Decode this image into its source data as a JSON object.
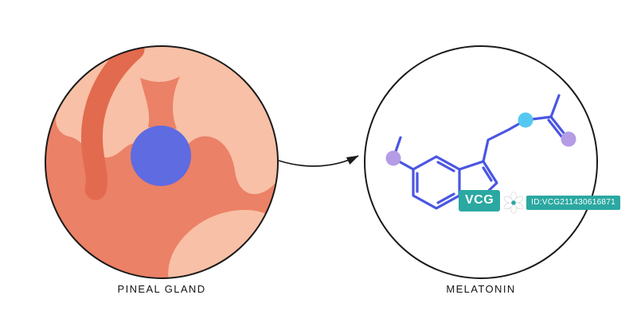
{
  "figure": {
    "left": {
      "label": "PINEAL GLAND"
    },
    "right": {
      "label": "MELATONIN"
    }
  },
  "watermark": {
    "brand": "VCG",
    "id_text": "ID:VCG211430616871",
    "color": "#2BA8A2"
  },
  "palette": {
    "gland_base": "#EB8166",
    "gland_light": "#F8C0A6",
    "gland_dark": "#E26A4E",
    "pineal_blue": "#5F6BE0",
    "outline": "#1A1A1A",
    "bond_blue": "#4A56E2",
    "atom_lavender": "#B59CE6",
    "atom_cyan": "#55C8F2",
    "atom_teal": "#2DA08F",
    "label_color": "#141414"
  }
}
